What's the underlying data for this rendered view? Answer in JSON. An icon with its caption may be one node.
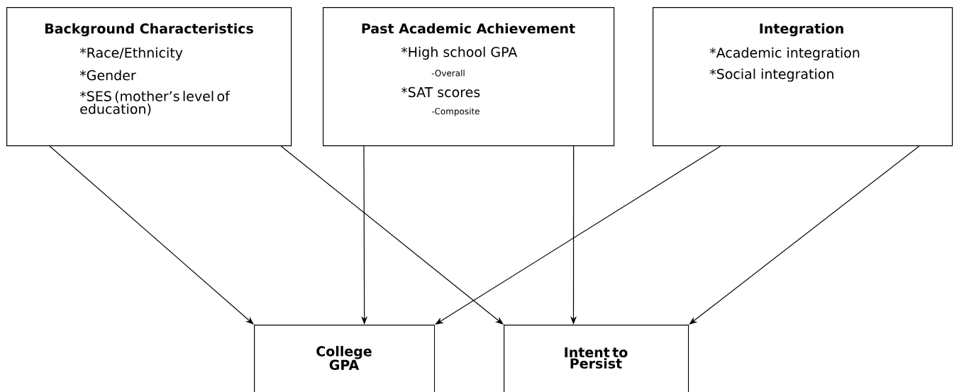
{
  "diagram": {
    "nodes": [
      {
        "text": [
          "Background Characteristics",
          "*Race/Ethnicity",
          "*Gender",
          "*SES (mother’s level of education)"
        ]
      },
      {
        "text": [
          "Past Academic Achievement",
          "*High school GPA",
          "-Overall",
          "*SAT scores",
          "-Composite"
        ]
      },
      {
        "text": [
          "Integration",
          "*Academic integration",
          "*Social integration"
        ]
      },
      {
        "text": [
          "College GPA"
        ]
      },
      {
        "text": [
          "Intent to Persist"
        ]
      }
    ],
    "edges": [
      {
        "from": 0,
        "to": 3,
        "arrow": "to"
      },
      {
        "from": 0,
        "to": 4,
        "arrow": "to"
      },
      {
        "from": 1,
        "to": 3,
        "arrow": "to"
      },
      {
        "from": 1,
        "to": 4,
        "arrow": "to"
      },
      {
        "from": 2,
        "to": 3,
        "arrow": "to"
      },
      {
        "from": 2,
        "to": 4,
        "arrow": "to"
      }
    ]
  }
}
